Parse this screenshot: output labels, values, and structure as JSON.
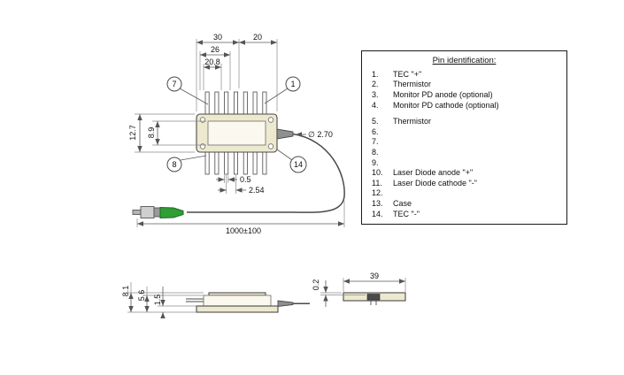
{
  "colors": {
    "package_fill": "#ede9cf",
    "connector_boot": "#2f9e35"
  },
  "drawing": {
    "top_view": {
      "dim_30": "30",
      "dim_20": "20",
      "dim_26": "26",
      "dim_20_8": "20.8",
      "dim_12_7": "12.7",
      "dim_8_9": "8.9",
      "callout_7": "7",
      "callout_1": "1",
      "callout_8": "8",
      "callout_14": "14",
      "dim_fiber_dia": "∅ 2.70",
      "dim_0_5": "0.5",
      "dim_2_54": "2.54",
      "dim_fiber_len": "1000±100"
    },
    "side_view": {
      "dim_8_1": "8.1",
      "dim_5_6": "5.6",
      "dim_1_5": "1.5"
    },
    "end_view": {
      "dim_0_2": "0.2",
      "dim_39": "39"
    }
  },
  "pin_table": {
    "title": "Pin identification:",
    "items": [
      {
        "num": "1.",
        "label": "TEC \"+\""
      },
      {
        "num": "2.",
        "label": "Thermistor"
      },
      {
        "num": "3.",
        "label": "Monitor PD anode (optional)"
      },
      {
        "num": "4.",
        "label": "Monitor PD cathode (optional)"
      },
      {
        "num": "5.",
        "label": "Thermistor"
      },
      {
        "num": "6.",
        "label": ""
      },
      {
        "num": "7.",
        "label": ""
      },
      {
        "num": "8.",
        "label": ""
      },
      {
        "num": "9.",
        "label": ""
      },
      {
        "num": "10.",
        "label": "Laser Diode anode \"+\""
      },
      {
        "num": "11.",
        "label": "Laser Diode cathode \"-\""
      },
      {
        "num": "12.",
        "label": ""
      },
      {
        "num": "13.",
        "label": "Case"
      },
      {
        "num": "14.",
        "label": "TEC \"-\""
      }
    ]
  }
}
